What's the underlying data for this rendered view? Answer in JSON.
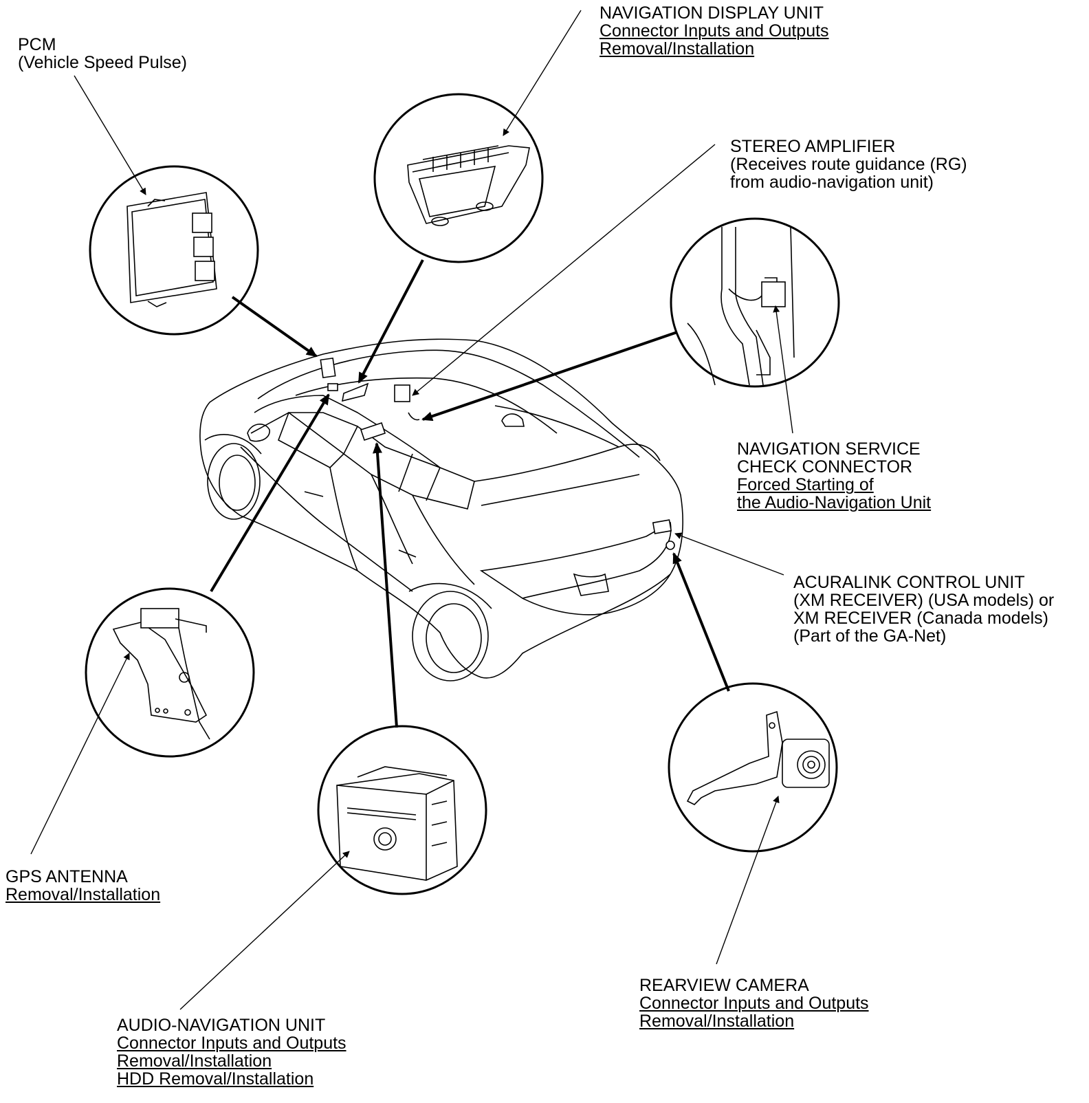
{
  "diagram": {
    "colors": {
      "line": "#000000",
      "background": "#ffffff"
    },
    "labels": {
      "pcm": {
        "title": "PCM",
        "note": "(Vehicle Speed Pulse)"
      },
      "navigation_display_unit": {
        "title": "NAVIGATION DISPLAY UNIT",
        "links": [
          "Connector Inputs and Outputs",
          "Removal/Installation"
        ]
      },
      "stereo_amplifier": {
        "title": "STEREO AMPLIFIER",
        "notes": [
          "(Receives route guidance (RG)",
          "from audio-navigation unit)"
        ]
      },
      "navigation_service_check_connector": {
        "title_lines": [
          "NAVIGATION SERVICE",
          "CHECK CONNECTOR"
        ],
        "links": [
          "Forced Starting of",
          "the Audio-Navigation Unit"
        ]
      },
      "acuralink_control_unit": {
        "lines": [
          "ACURALINK CONTROL UNIT",
          "(XM RECEIVER) (USA models) or",
          "XM RECEIVER (Canada models)",
          "(Part of the GA-Net)"
        ]
      },
      "gps_antenna": {
        "title": "GPS ANTENNA",
        "links": [
          "Removal/Installation"
        ]
      },
      "audio_navigation_unit": {
        "title": "AUDIO-NAVIGATION UNIT",
        "links": [
          "Connector Inputs and Outputs",
          "Removal/Installation",
          "HDD Removal/Installation"
        ]
      },
      "rearview_camera": {
        "title": "REARVIEW CAMERA",
        "links": [
          "Connector Inputs and Outputs",
          "Removal/Installation"
        ]
      }
    }
  }
}
